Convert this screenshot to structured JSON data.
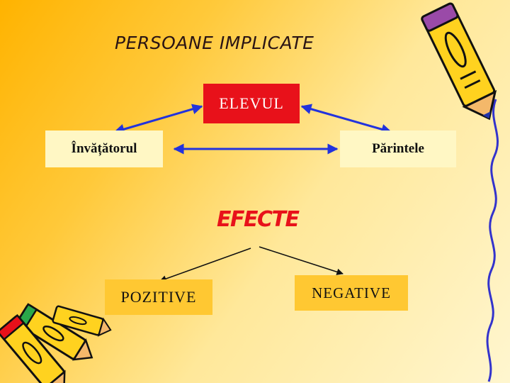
{
  "title": "PERSOANE IMPLICATE",
  "nodes": {
    "elevul": "ELEVUL",
    "invatatorul": "Învățătorul",
    "parintele": "Părintele"
  },
  "effects": {
    "heading": "EFECTE",
    "positive": "POZITIVE",
    "negative": "NEGATIVE"
  },
  "colors": {
    "accent_red": "#e8111a",
    "arrow_blue": "#2233dd",
    "pale_box": "#fff7c4",
    "orange_box": "#ffc832"
  },
  "decorations": [
    "pencil-icon",
    "crayons-icon",
    "squiggle-line"
  ]
}
